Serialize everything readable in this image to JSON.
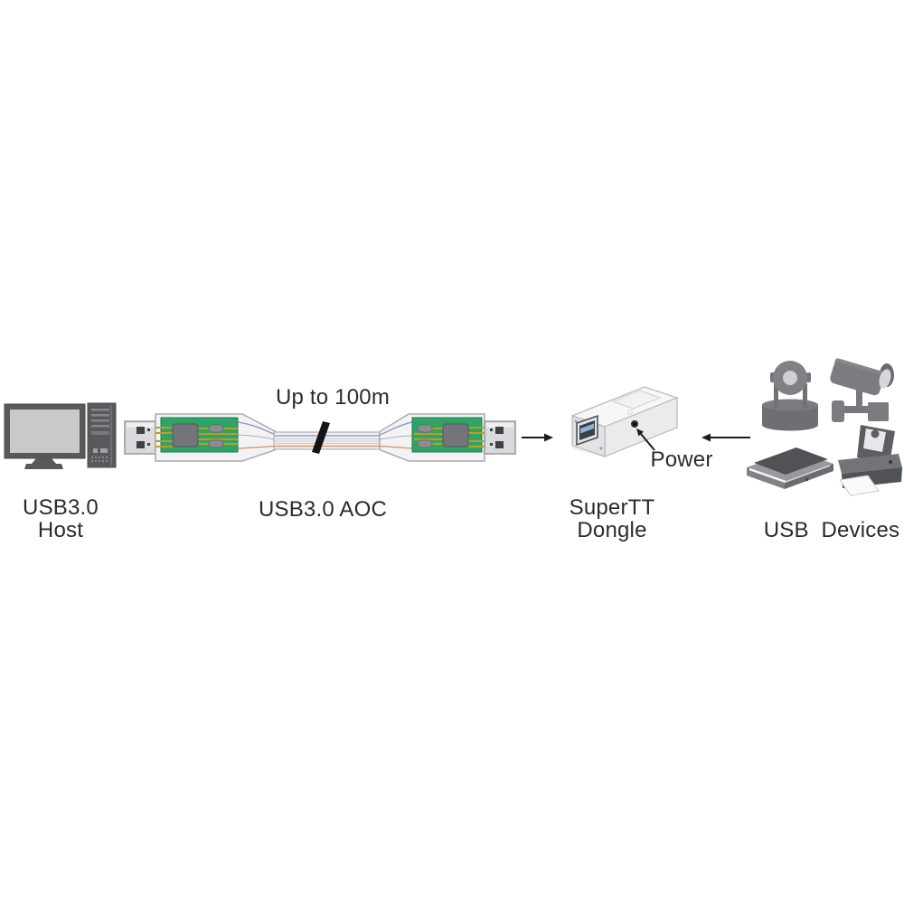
{
  "title": "USB3.0 AOC connection diagram",
  "labels": {
    "cable_length": "Up to 100m",
    "host_line1": "USB3.0",
    "host_line2": "Host",
    "cable": "USB3.0 AOC",
    "dongle_line1": "SuperTT",
    "dongle_line2": "Dongle",
    "power": "Power",
    "devices": "USB  Devices"
  },
  "icons": {
    "host": "desktop-computer-icon",
    "cable": "usb3-aoc-cable-icon",
    "cable_plug_left": "usb-a-plug-icon",
    "cable_plug_right": "usb-a-plug-icon",
    "cable_break": "length-break-mark-icon",
    "arrow_to_dongle": "arrow-right-icon",
    "arrow_from_devices": "arrow-left-icon",
    "power_pointer": "power-jack-pointer-arrow-icon",
    "dongle": "supertt-dongle-icon",
    "devices": [
      "webcam-icon",
      "cctv-camera-icon",
      "scanner-icon",
      "printer-icon"
    ]
  },
  "colors": {
    "background": "#ffffff",
    "text": "#2b2b2c",
    "computer_gray": "#58595b",
    "screen_gray": "#c8c9cb",
    "device_gray": "#7b7c80",
    "pcb_green": "#2ea468",
    "trace_yellow": "#c79a1e",
    "chip_gray": "#74757a",
    "plug_metal": "#d9dadc",
    "wire_blue": "#8693c9",
    "wire_orange": "#d98f5a",
    "usb_port_blue": "#8fb0d2",
    "dongle_white": "#f0f0f2"
  }
}
